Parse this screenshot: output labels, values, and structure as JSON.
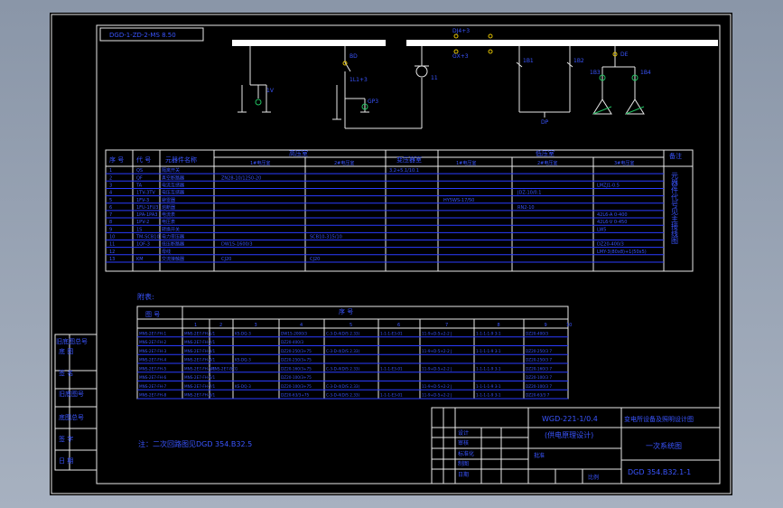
{
  "title_box": "DGD-1-ZD-2-MS 8.50",
  "diagram": {
    "busbar_labels": [
      "DJ4+3",
      "GX+3"
    ],
    "labels": {
      "tie_switch": "BD",
      "ct_left": "1V",
      "surge": "GP3",
      "pt": "1L1+3",
      "meter": "11",
      "feeder_a": "1B1",
      "feeder_b": "1B2",
      "line_out": "DP",
      "right_a": "1B3",
      "right_b": "1B4",
      "bus_right": "DE"
    }
  },
  "main_table": {
    "headers": {
      "no": "序 号",
      "code": "代 号",
      "name": "元器件名称",
      "group1": "高压室",
      "group2": "变压器室",
      "group3": "低压室",
      "remark": "备注"
    },
    "subheaders": [
      "1#电压室",
      "2#电压室",
      "",
      "1#电压室",
      "2#电压室",
      "3#电压室"
    ],
    "remark_text": "元器件代号见主接线图",
    "rows": [
      {
        "no": "1",
        "code": "QS",
        "name": "隔离开关",
        "c1": "",
        "c2": "",
        "c3": "3.2+5.1/10.1",
        "c4": "",
        "c5": "",
        "c6": ""
      },
      {
        "no": "2",
        "code": "QF",
        "name": "真空断路器",
        "c1": "ZN28-10/1250-20",
        "c2": "",
        "c3": "",
        "c4": "",
        "c5": "",
        "c6": ""
      },
      {
        "no": "3",
        "code": "TA",
        "name": "电流互感器",
        "c1": "",
        "c2": "",
        "c3": "",
        "c4": "",
        "c5": "",
        "c6": "LMZJ1-0.5"
      },
      {
        "no": "4",
        "code": "1TV-3TV",
        "name": "电压互感器",
        "c1": "",
        "c2": "",
        "c3": "",
        "c4": "",
        "c5": "JDZ-10/0.1",
        "c6": ""
      },
      {
        "no": "5",
        "code": "1FV-3",
        "name": "避雷器",
        "c1": "",
        "c2": "",
        "c3": "",
        "c4": "HY5WS-17/50",
        "c5": "",
        "c6": ""
      },
      {
        "no": "6",
        "code": "1FU-1FU3",
        "name": "熔断器",
        "c1": "",
        "c2": "",
        "c3": "",
        "c4": "",
        "c5": "RN2-10",
        "c6": ""
      },
      {
        "no": "7",
        "code": "1PA-1PA3",
        "name": "电流表",
        "c1": "",
        "c2": "",
        "c3": "",
        "c4": "",
        "c5": "",
        "c6": "42L6-A 0-400"
      },
      {
        "no": "8",
        "code": "1PV-2",
        "name": "电压表",
        "c1": "",
        "c2": "",
        "c3": "",
        "c4": "",
        "c5": "",
        "c6": "42L6-V 0-450"
      },
      {
        "no": "9",
        "code": "1S",
        "name": "转换开关",
        "c1": "",
        "c2": "",
        "c3": "",
        "c4": "",
        "c5": "",
        "c6": "LW5"
      },
      {
        "no": "10",
        "code": "TM-SCB10",
        "name": "电力变压器",
        "c1": "",
        "c2": "SCB10-315/10",
        "c3": "",
        "c4": "",
        "c5": "",
        "c6": ""
      },
      {
        "no": "11",
        "code": "1QF-3",
        "name": "低压断路器",
        "c1": "DW15-1600/3",
        "c2": "",
        "c3": "",
        "c4": "",
        "c5": "",
        "c6": "DZ20-400/3"
      },
      {
        "no": "12",
        "code": "",
        "name": "母线",
        "c1": "",
        "c2": "",
        "c3": "",
        "c4": "",
        "c5": "",
        "c6": "LMY-3(80x8)+1(50x5)"
      },
      {
        "no": "13",
        "code": "KM",
        "name": "交流接触器",
        "c1": "CJ20",
        "c2": "CJ20",
        "c3": "",
        "c4": "",
        "c5": "",
        "c6": ""
      }
    ]
  },
  "attach": {
    "label": "附表:",
    "head_tu": "图 号",
    "head_xu": "序 号",
    "cols": [
      "1",
      "2",
      "3",
      "4",
      "5",
      "6",
      "7",
      "8",
      "9",
      "10"
    ],
    "rows": [
      [
        "MNS-2E7-FH-1",
        "MNS-2E7-FH-1/1",
        "",
        "KS-DQ-3",
        "DW15-2000/3",
        "C-3-D-4(D/S 2.33)",
        "1-1-1-E3-01",
        "11-9+D-5+2-2 J",
        "1-1-1-1-9 3-1",
        "DZ20-400/3"
      ],
      [
        "MNS-2E7-FH-2",
        "MNS-2E7-FH-2/1",
        "",
        "",
        "DZ20-400/3",
        "",
        "",
        "",
        "",
        ""
      ],
      [
        "MNS-2E7-FH-3",
        "MNS-2E7-FH-3/1",
        "",
        "",
        "DZ20-250/3+75",
        "C-3-D-4(D/S 2.33)",
        "",
        "11-9+D-5+2-2 J",
        "1-1-1-1-9 3-1",
        "DZ20-250/3 7"
      ],
      [
        "MNS-2E7-FH-4",
        "MNS-2E7-FH-4/1",
        "",
        "KS-DQ-3",
        "DZ20-250/3+75",
        "",
        "",
        "",
        "",
        "DZ20-250/3 7"
      ],
      [
        "MNS-2E7-FH-5",
        "MNS-2E7-FH-5/1",
        "MNS-2E7-BCG",
        "",
        "DZ20-160/3+75",
        "C-3-D-4(D/S 2.33)",
        "1-1-1-E3-01",
        "11-9+D-5+2-2 J",
        "1-1-1-1-9 3-1",
        "DZ20-160/3 7"
      ],
      [
        "MNS-2E7-FH-6",
        "MNS-2E7-FH-6/1",
        "",
        "",
        "DZ20-100/3+75",
        "",
        "",
        "",
        "",
        "DZ20-100/3 7"
      ],
      [
        "MNS-2E7-FH-7",
        "MNS-2E7-FH-7/1",
        "",
        "KS-DQ-3",
        "DZ20-100/3+75",
        "C-3-D-4(D/S 2.33)",
        "",
        "11-9+D-5+2-2 J",
        "1-1-1-1-9 3-1",
        "DZ20-100/3 7"
      ],
      [
        "MNS-2E7-FH-8",
        "MNS-2E7-FH-8/1",
        "",
        "",
        "DZ20-63/3+75",
        "C-3-D-4(D/S 2.33)",
        "1-1-1-E3-01",
        "11-9+D-5+2-2 J",
        "1-1-1-1-9 3-1",
        "DZ20-63/3 7"
      ]
    ]
  },
  "left_stamps": [
    "旧底图总号",
    "底 图",
    "签 名",
    "旧底图号",
    "底图总号",
    "签 字",
    "日 期"
  ],
  "note": "注：二次回路图见DGD 354.B32.5",
  "title_block": {
    "doc_no": "WGD-221-1/0.4",
    "doc_title": "(供电原理设计)",
    "project": "变电所设备及照明设计图",
    "drawing_name": "一次系统图",
    "drawing_no": "DGD 354.B32.1-1",
    "small_labels": [
      "设计",
      "审核",
      "标准化",
      "制图",
      "日期",
      "批准"
    ],
    "scale_label": "比例"
  }
}
